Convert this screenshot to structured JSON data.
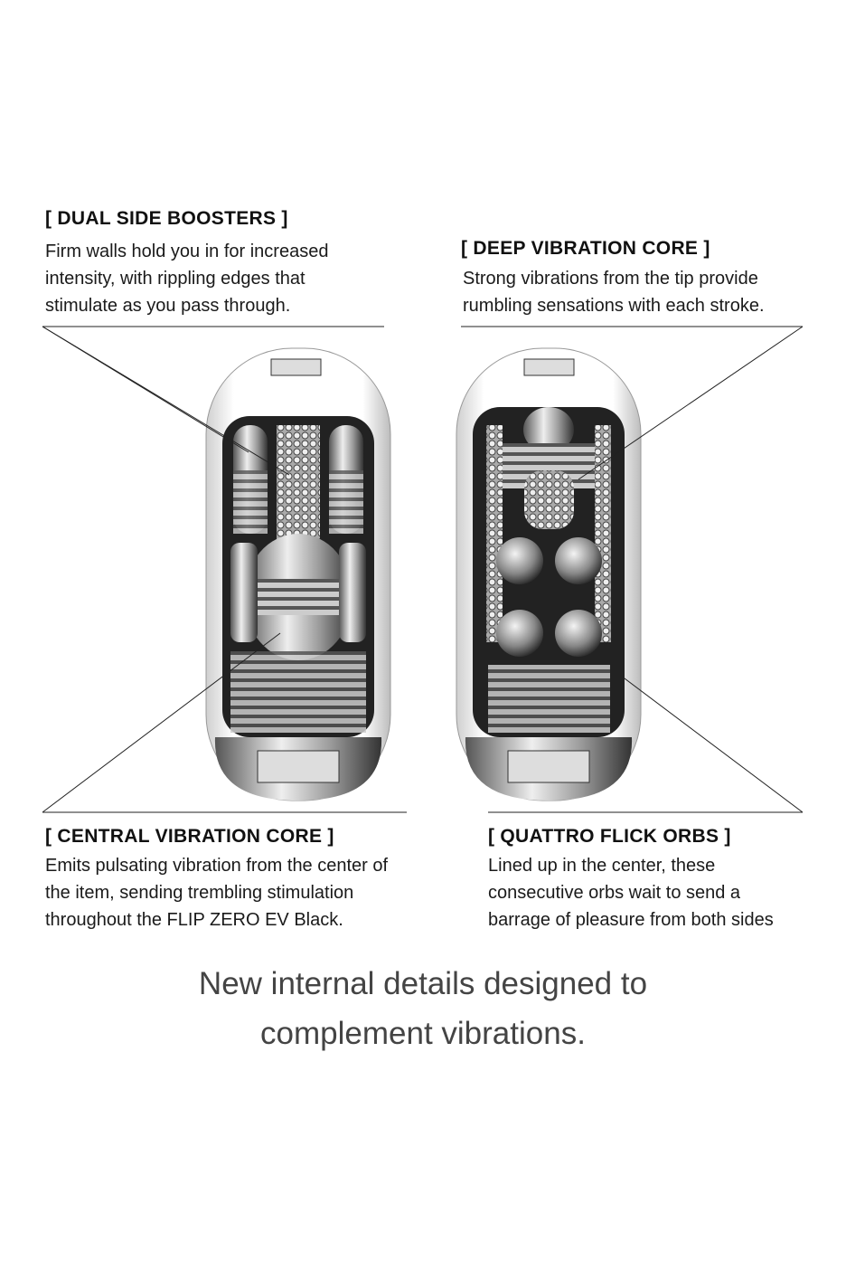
{
  "callouts": {
    "dual_side_boosters": {
      "title": "[ DUAL SIDE BOOSTERS ]",
      "lines": [
        "Firm walls hold you in for increased",
        "intensity, with rippling edges that",
        "stimulate as you pass through."
      ]
    },
    "deep_vibration_core": {
      "title": "[ DEEP VIBRATION CORE ]",
      "lines": [
        "Strong vibrations from the tip provide",
        "rumbling sensations with each stroke."
      ]
    },
    "central_vibration_core": {
      "title": "[ CENTRAL VIBRATION CORE ]",
      "lines": [
        "Emits pulsating vibration from the center of",
        "the item, sending trembling stimulation",
        "throughout the FLIP ZERO EV Black."
      ]
    },
    "quattro_flick_orbs": {
      "title": "[ QUATTRO FLICK ORBS ]",
      "lines": [
        "Lined up in the center, these",
        "consecutive orbs wait to send a",
        "barrage of pleasure from both sides"
      ]
    }
  },
  "headline": {
    "line1": "New internal details designed to",
    "line2": "complement vibrations."
  }
}
